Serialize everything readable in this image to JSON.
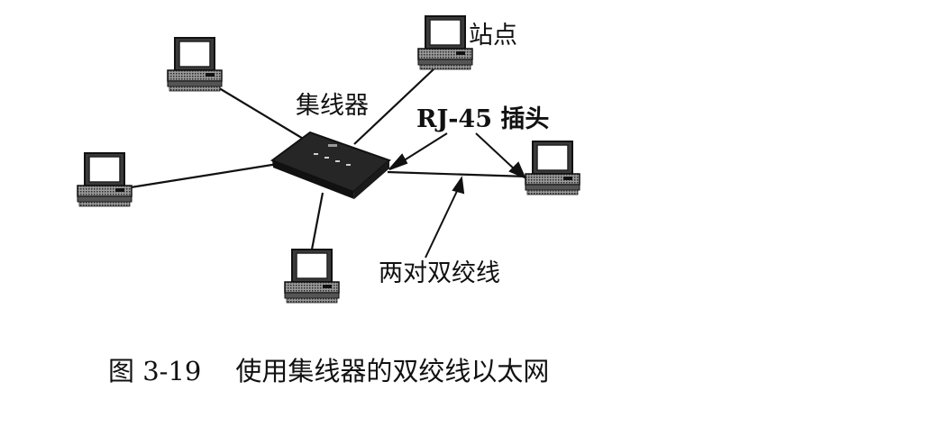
{
  "labels": {
    "station": "站点",
    "hub": "集线器",
    "rj45_plug": "RJ-45 插头",
    "twisted_pair": "两对双绞线"
  },
  "caption": {
    "number": "图 3-19",
    "title": "使用集线器的双绞线以太网"
  },
  "colors": {
    "ink": "#111111",
    "hub_body": "#262626",
    "screen_face": "#ffffff",
    "computer_body": "#6a6a6a"
  },
  "icons": [
    "computer-icon",
    "hub-icon"
  ]
}
